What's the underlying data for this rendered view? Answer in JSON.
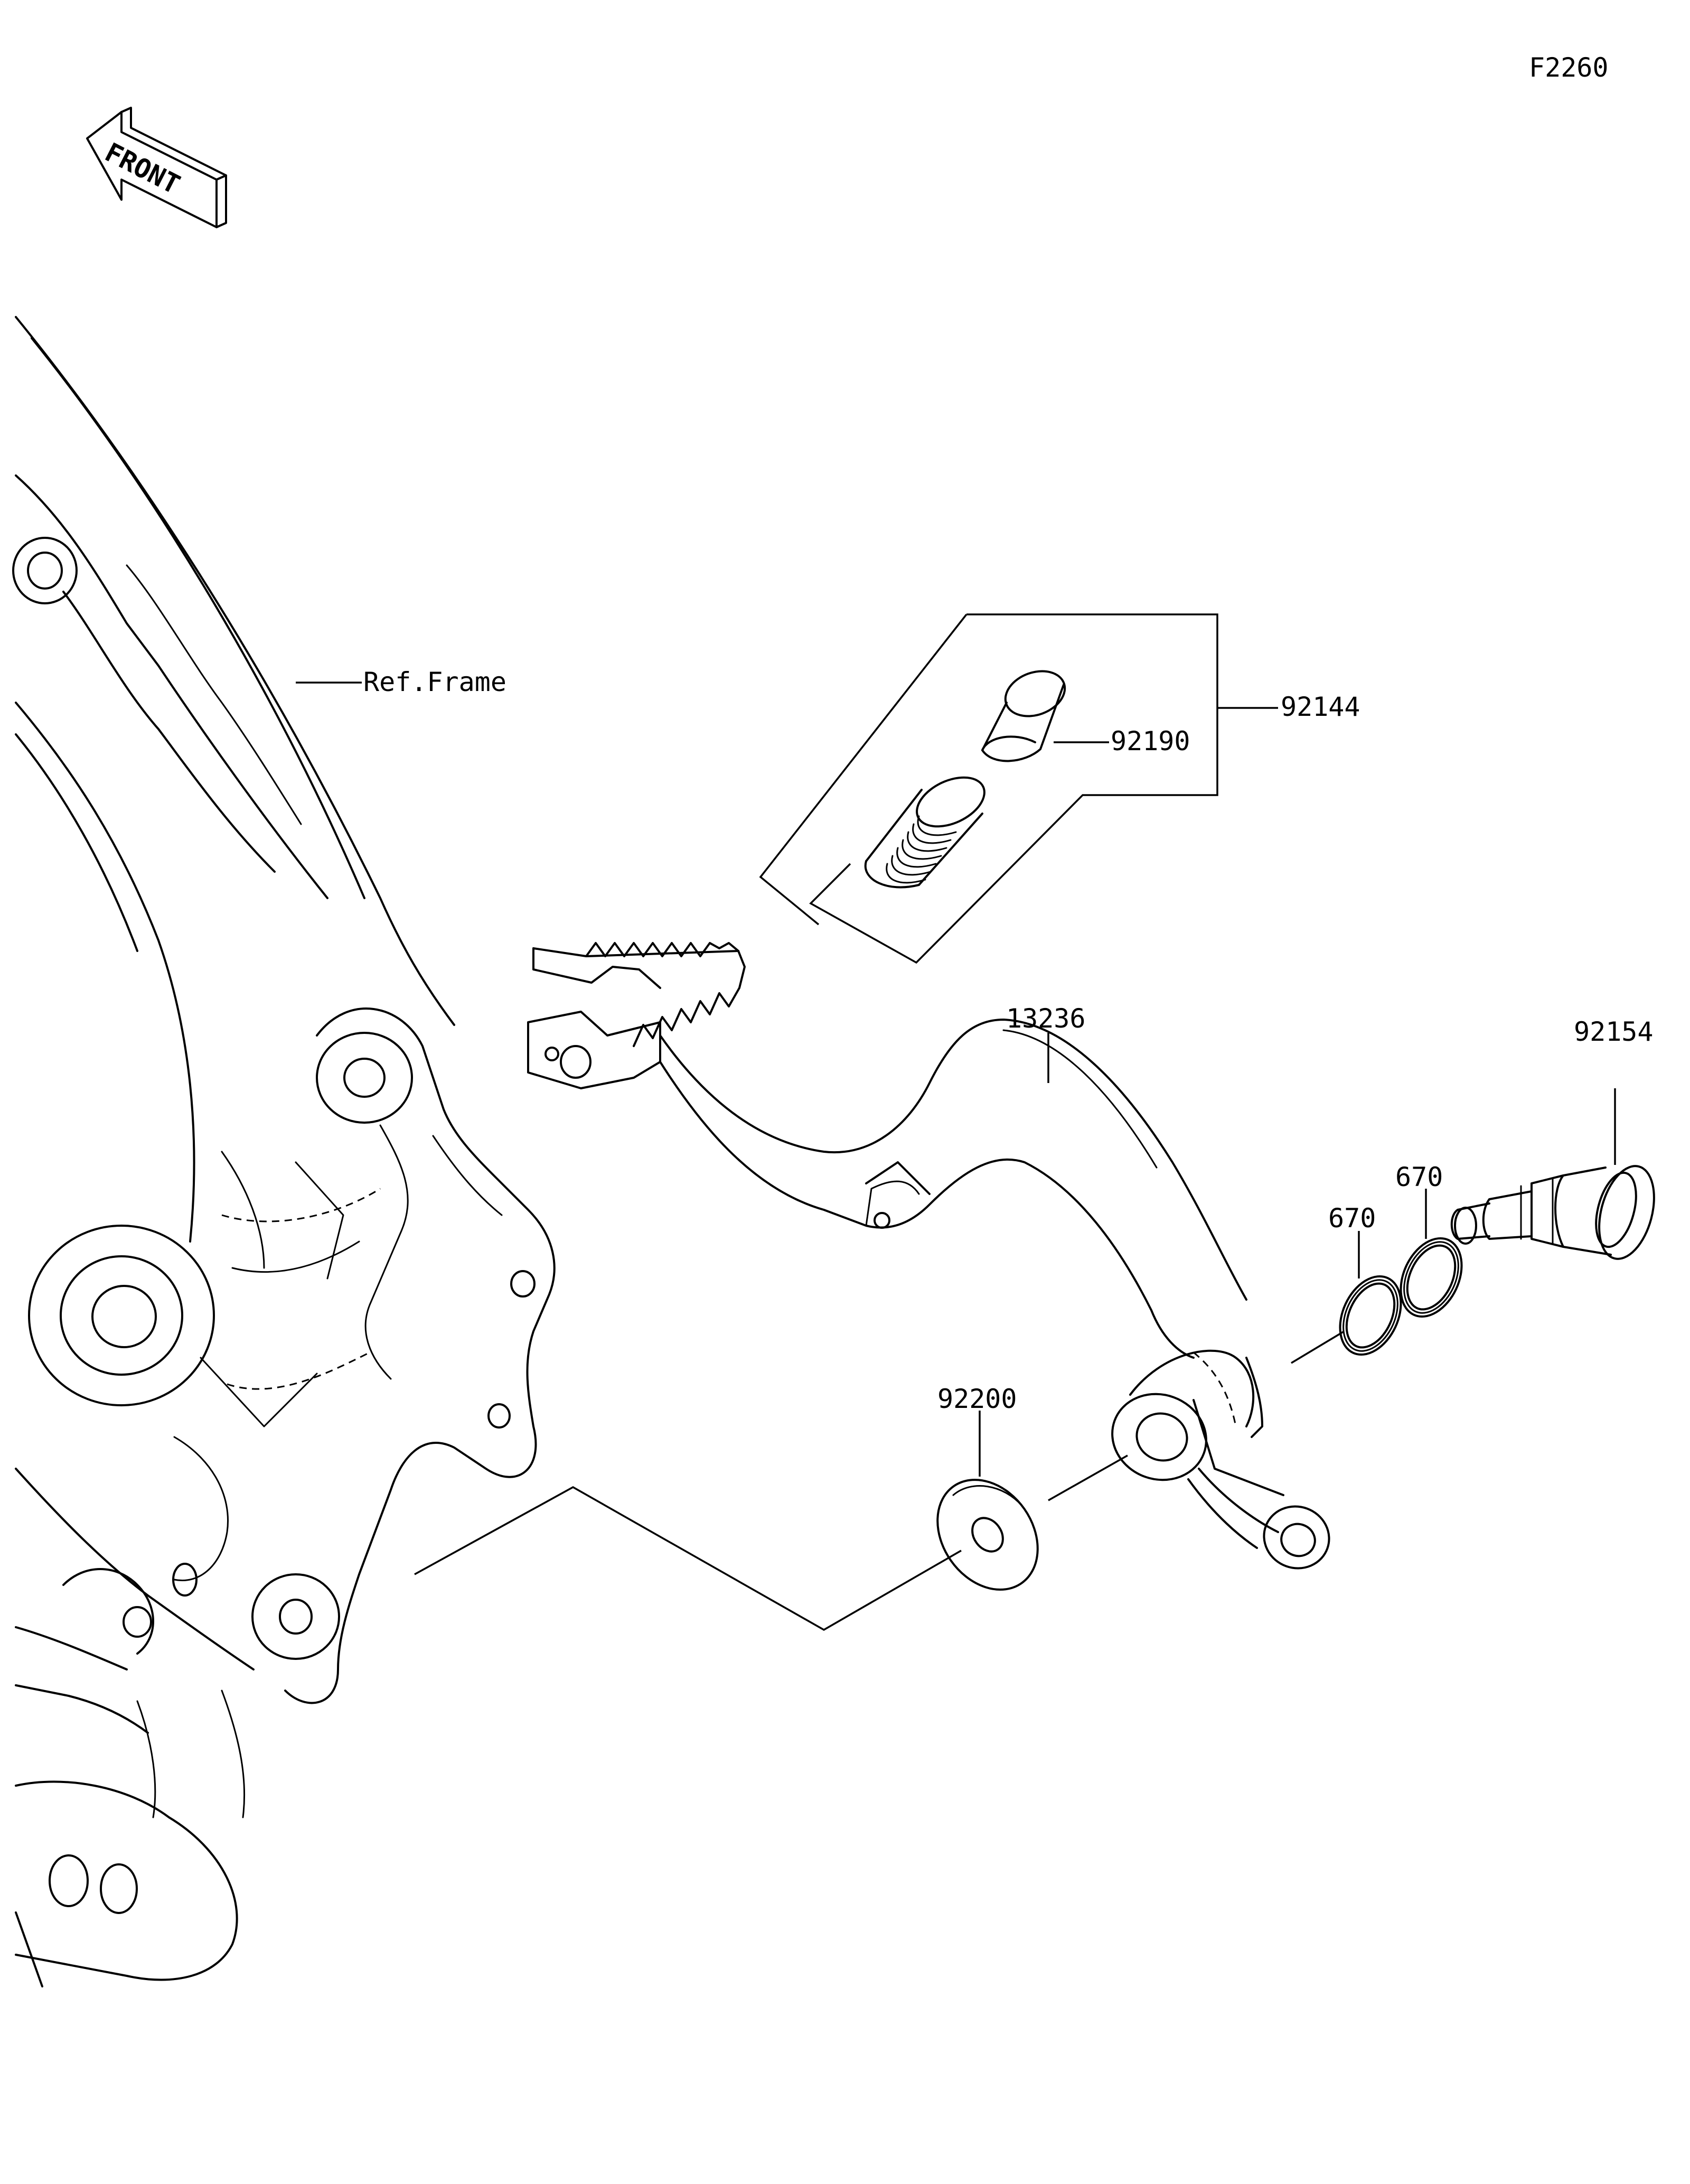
{
  "diagram_code": "F2260",
  "front_badge": "FRONT",
  "labels": {
    "ref_frame": "Ref.Frame",
    "bushing": "92190",
    "spring_set": "92144",
    "brake_pedal": "13236",
    "pivot_bolt": "92154",
    "oring_a": "670",
    "oring_b": "670",
    "washer": "92200"
  }
}
